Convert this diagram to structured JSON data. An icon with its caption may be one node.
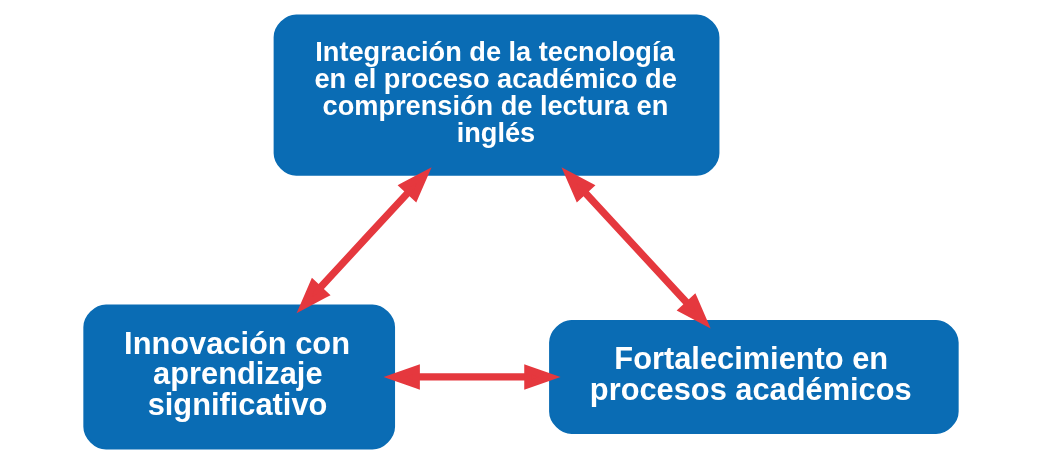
{
  "diagram": {
    "nodes": [
      {
        "text": [
          "Integración de la tecnología en el proceso académico de comprensión de lectura en inglés"
        ]
      },
      {
        "text": [
          "Innovación con aprendizaje significativo"
        ]
      },
      {
        "text": [
          "Fortalecimiento en procesos académicos"
        ]
      }
    ],
    "edges": [
      {
        "from": 0,
        "to": 1,
        "arrow": "both"
      },
      {
        "from": 0,
        "to": 2,
        "arrow": "both"
      },
      {
        "from": 1,
        "to": 2,
        "arrow": "both"
      }
    ]
  }
}
